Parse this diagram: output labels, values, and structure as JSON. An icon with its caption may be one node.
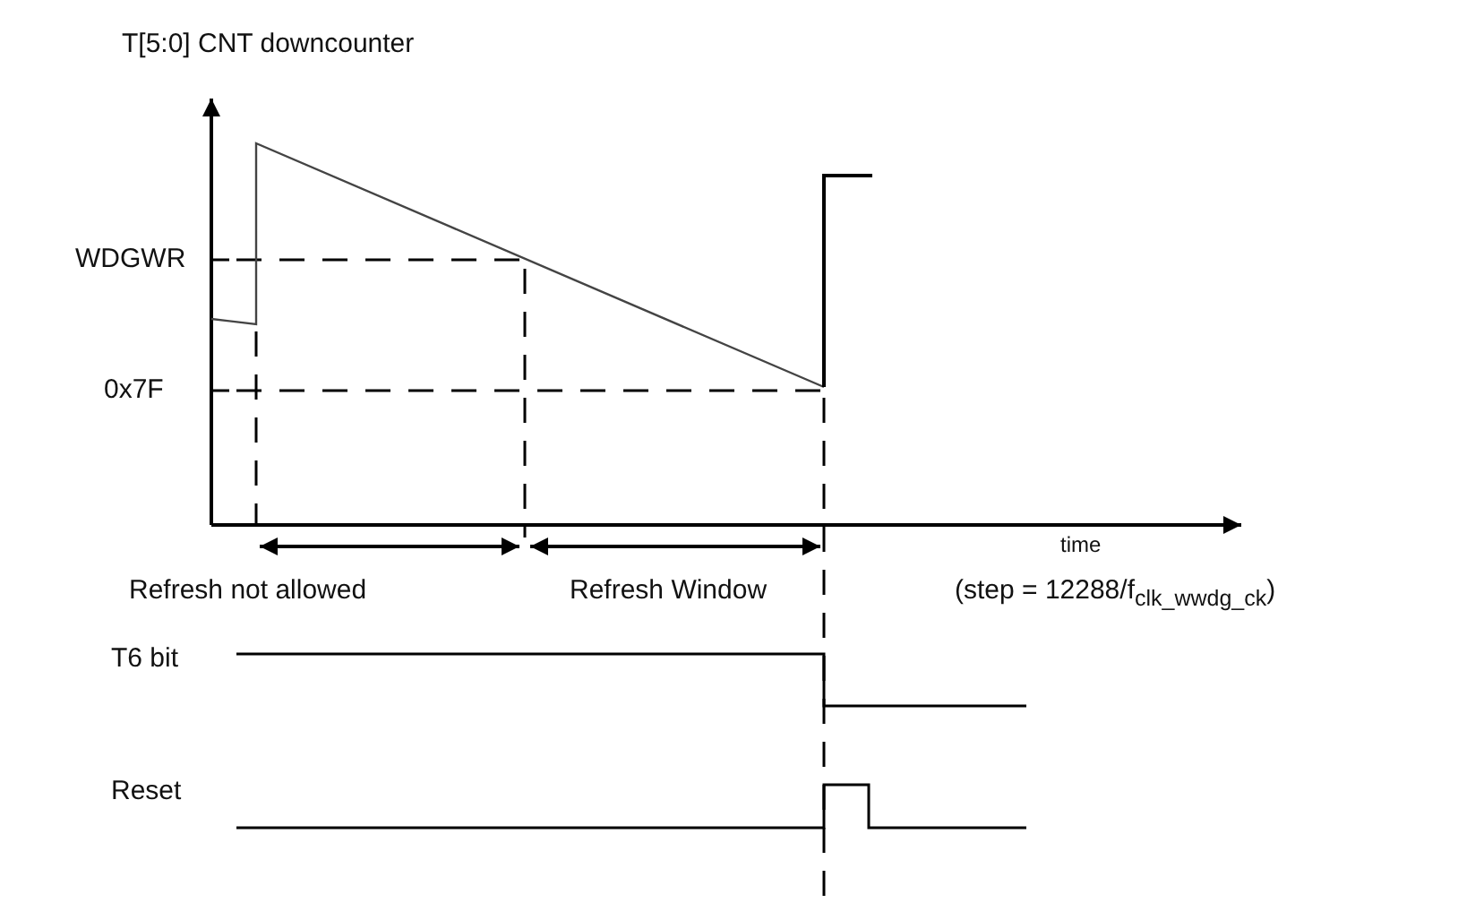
{
  "diagram": {
    "labels": [
      "T[5:0] CNT downcounter",
      "WDGWR",
      "0x7F",
      "time",
      "Refresh not allowed",
      "Refresh Window",
      "(step = 12288/f$_{clk_wwdg_ck}$)",
      "T6 bit",
      "Reset"
    ]
  }
}
